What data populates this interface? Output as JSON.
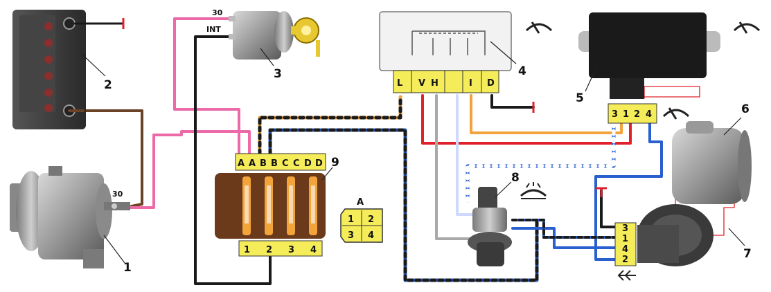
{
  "callouts": {
    "c1": "1",
    "c2": "2",
    "c3": "3",
    "c4": "4",
    "c5": "5",
    "c6": "6",
    "c7": "7",
    "c8": "8",
    "c9": "9"
  },
  "ignition_switch": {
    "term_30": "30",
    "term_int": "INT"
  },
  "alternator": {
    "term_30": "30"
  },
  "fuse_box": {
    "top_terminals": [
      "A",
      "A",
      "B",
      "B",
      "C",
      "C",
      "D",
      "D"
    ],
    "bottom_terminals": [
      "1",
      "2",
      "3",
      "4"
    ]
  },
  "relay_4": {
    "pins": [
      "L",
      "V",
      "H",
      "",
      "I",
      "D"
    ]
  },
  "relay_5": {
    "pins": [
      "3",
      "1",
      "2",
      "4"
    ]
  },
  "motor_7": {
    "pins": [
      "3",
      "1",
      "4",
      "2"
    ]
  },
  "connector_A": {
    "title": "A",
    "pins": [
      "1",
      "2",
      "3",
      "4"
    ]
  },
  "icons": [
    "wiper-icon",
    "wiper-icon",
    "wiper-icon",
    "washer-icon",
    "ground-icon",
    "key-icon"
  ],
  "colors": {
    "pink": "#ec6aa8",
    "black": "#1a1a1a",
    "brown": "#6b4226",
    "orange": "#f2a33a",
    "red": "#e0202a",
    "blue": "#2a5fd0",
    "gray": "#a9a9a9",
    "terminal_yellow": "#f5ec5a"
  }
}
